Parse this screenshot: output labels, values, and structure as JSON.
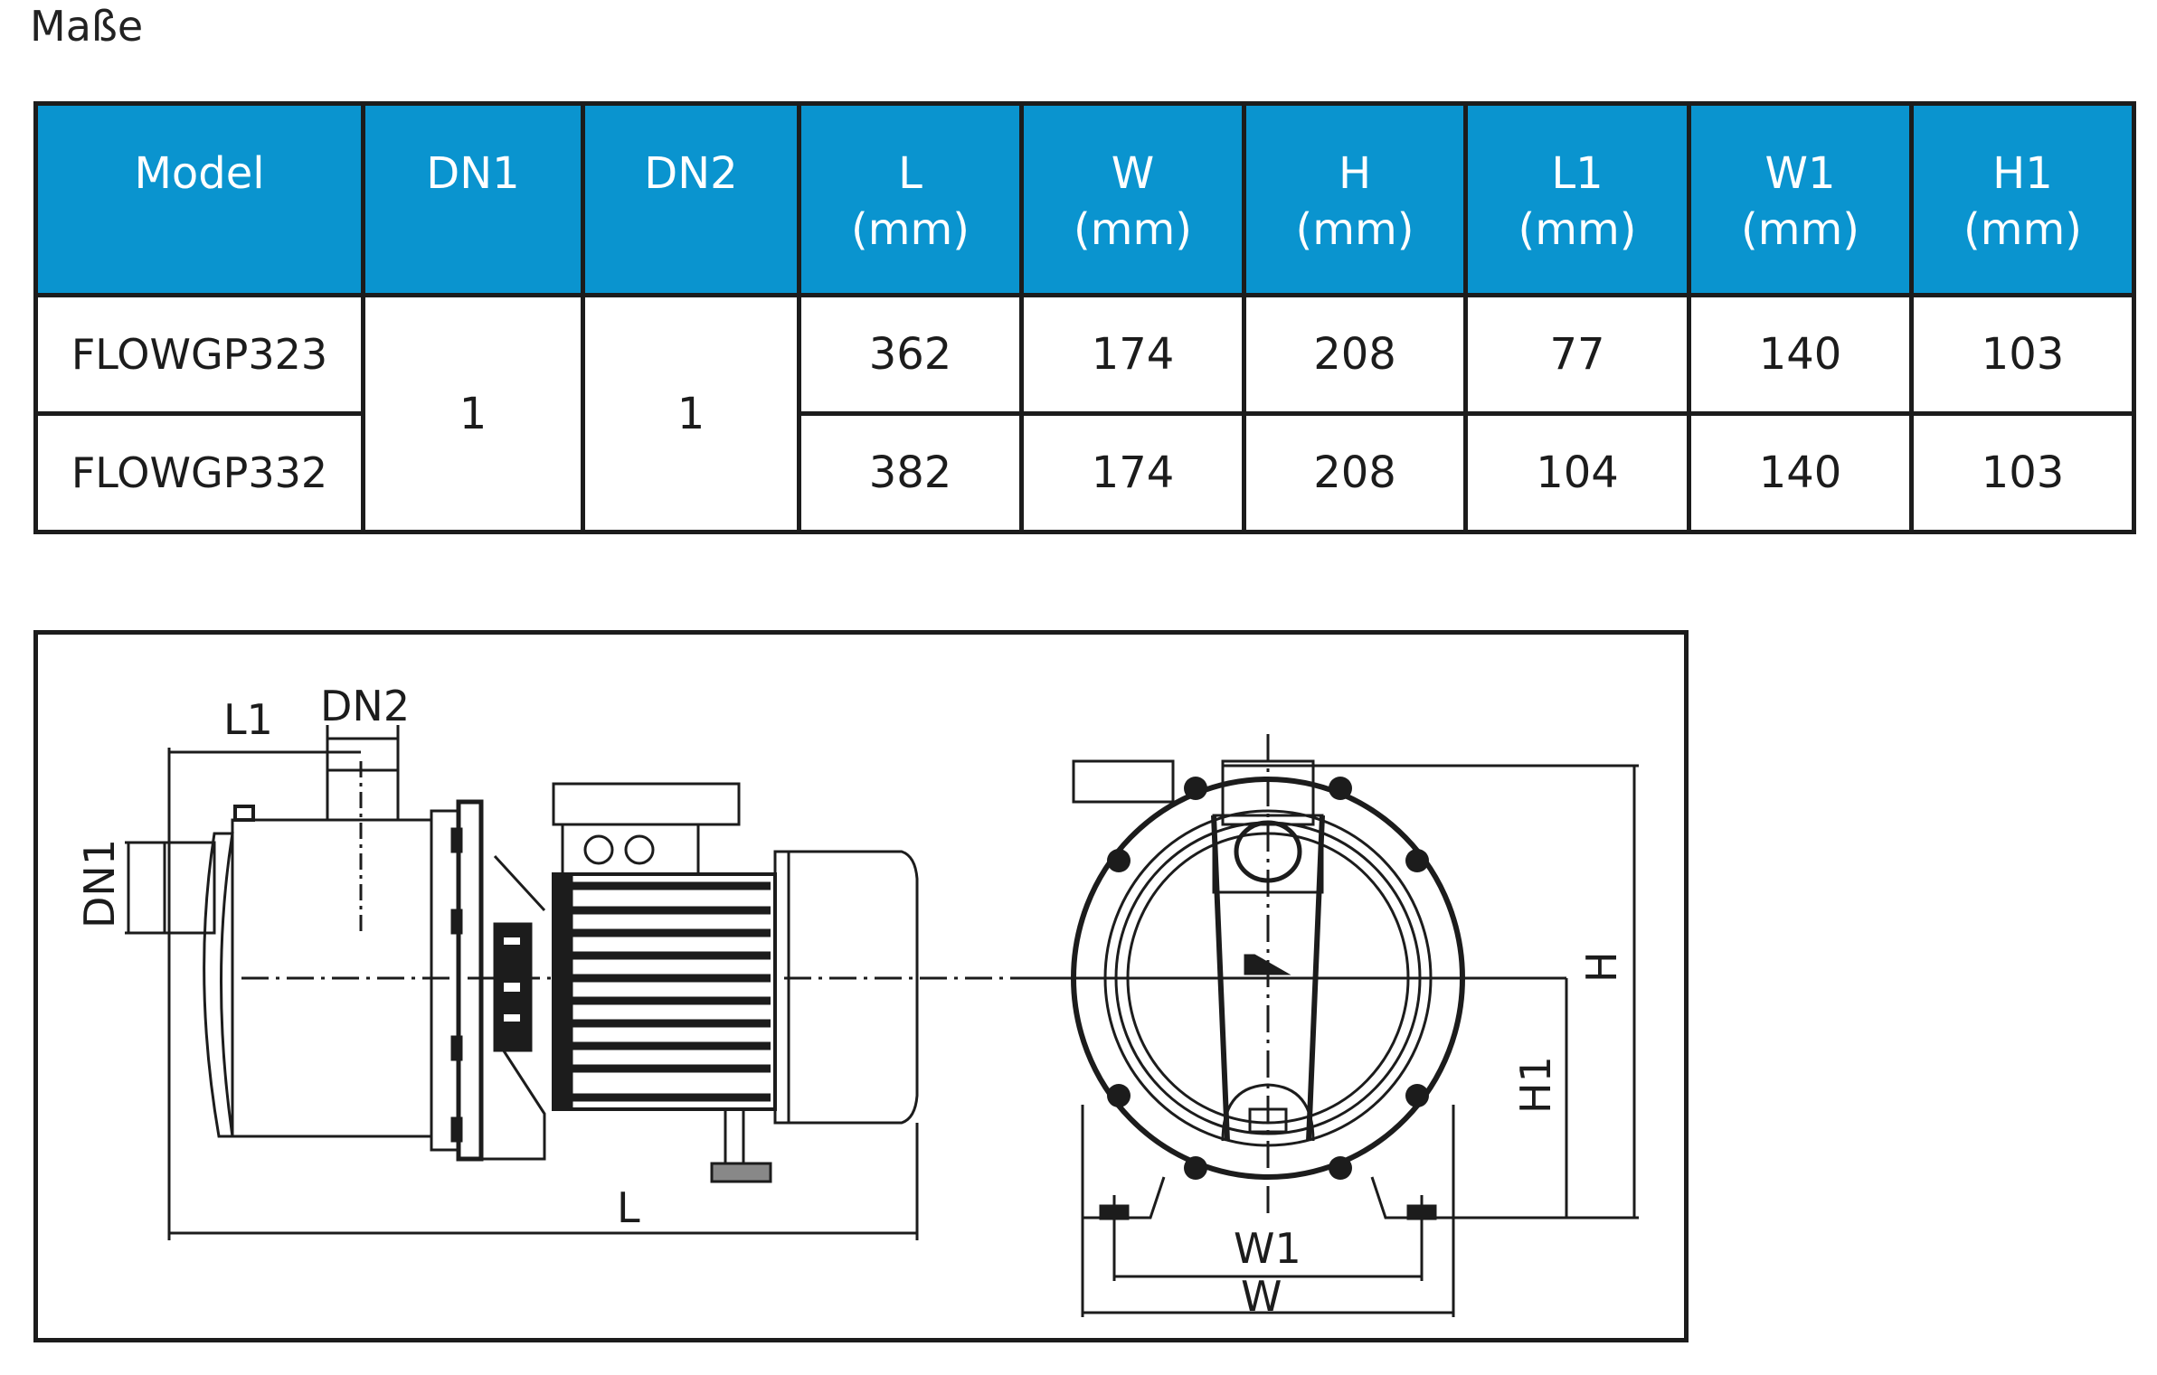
{
  "title": "Maße",
  "table": {
    "headers": [
      {
        "label": "Model",
        "unit": ""
      },
      {
        "label": "DN1",
        "unit": ""
      },
      {
        "label": "DN2",
        "unit": ""
      },
      {
        "label": "L",
        "unit": "(mm)"
      },
      {
        "label": "W",
        "unit": "(mm)"
      },
      {
        "label": "H",
        "unit": "(mm)"
      },
      {
        "label": "L1",
        "unit": "(mm)"
      },
      {
        "label": "W1",
        "unit": "(mm)"
      },
      {
        "label": "H1",
        "unit": "(mm)"
      }
    ],
    "shared": {
      "dn1": "1",
      "dn2": "1"
    },
    "rows": [
      {
        "model": "FLOWGP323",
        "L": "362",
        "W": "174",
        "H": "208",
        "L1": "77",
        "W1": "140",
        "H1": "103"
      },
      {
        "model": "FLOWGP332",
        "L": "382",
        "W": "174",
        "H": "208",
        "L1": "104",
        "W1": "140",
        "H1": "103"
      }
    ],
    "header_color": "#0a94cf"
  },
  "diagram": {
    "side_view_labels": {
      "L1": "L1",
      "DN2": "DN2",
      "DN1": "DN1",
      "L": "L"
    },
    "front_view_labels": {
      "H": "H",
      "H1": "H1",
      "W1": "W1",
      "W": "W"
    }
  }
}
